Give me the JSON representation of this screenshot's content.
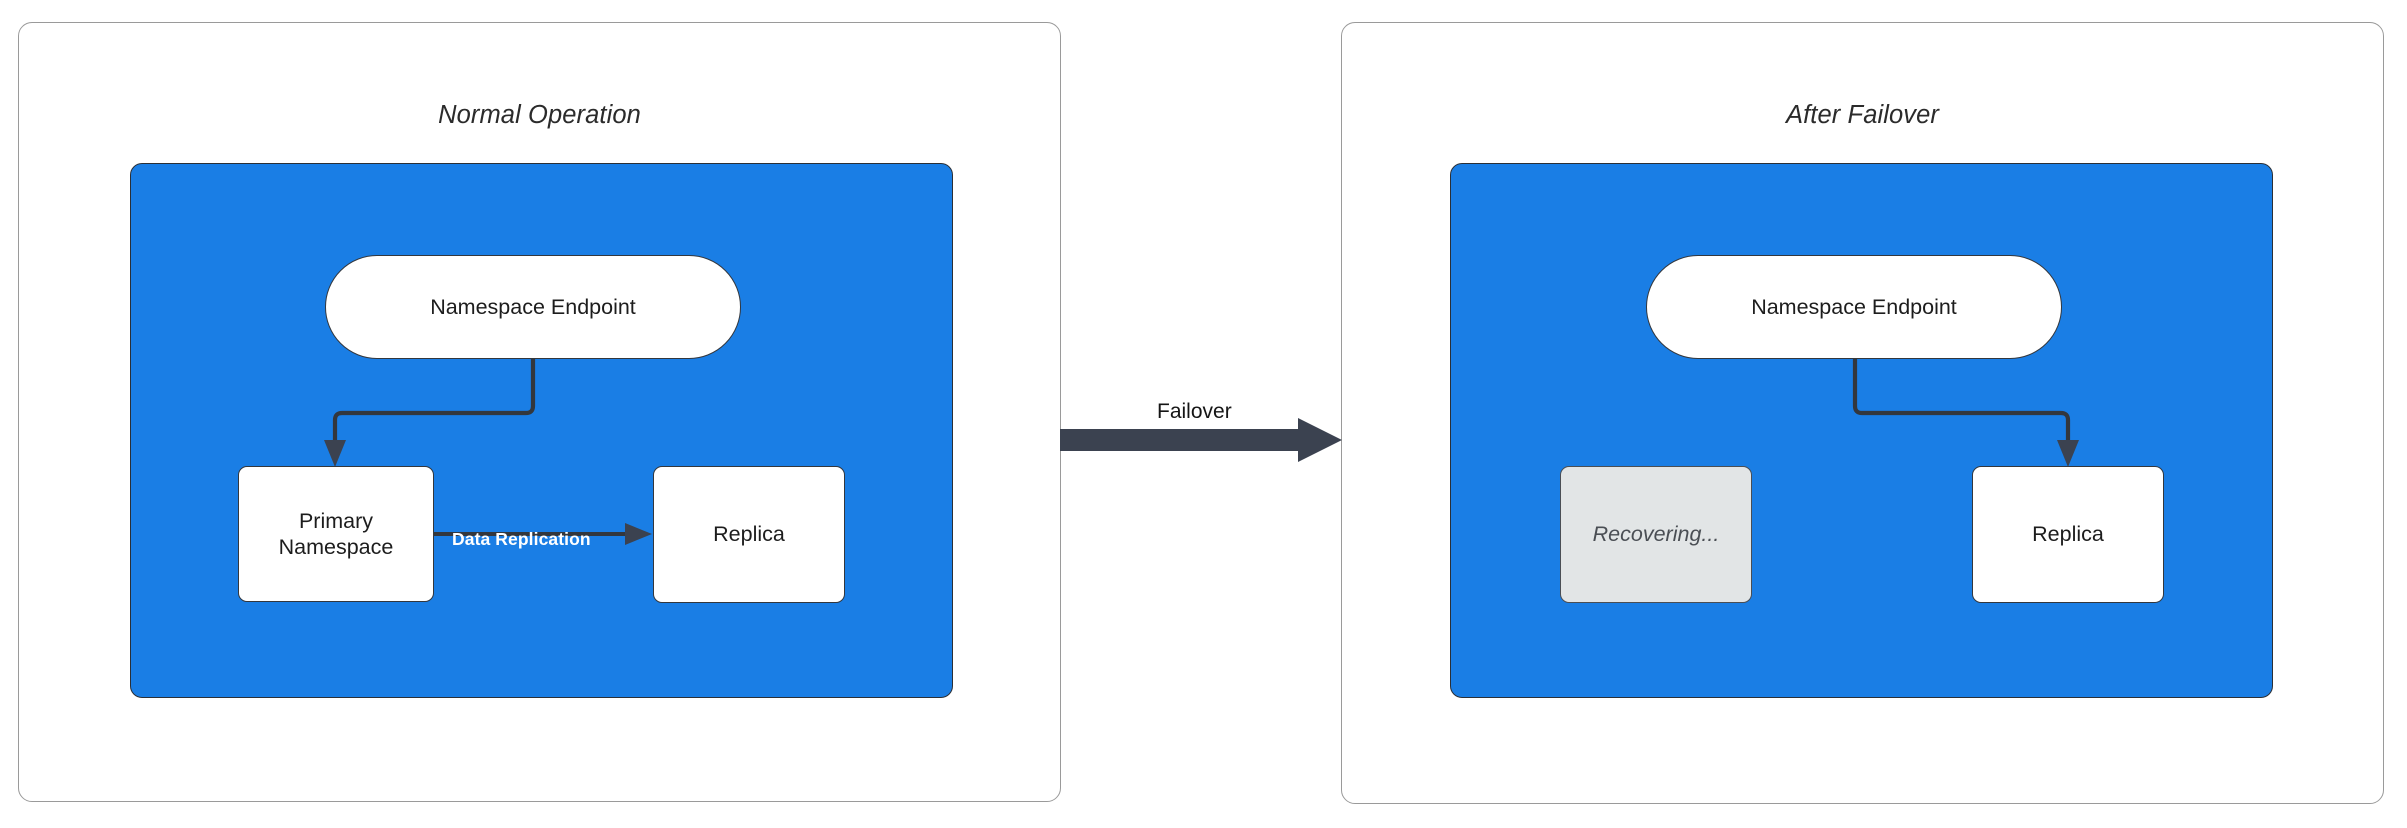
{
  "diagram": {
    "title_left": "Normal Operation",
    "title_right": "After Failover",
    "accent_blue": "#1a7ee5",
    "stroke_dark": "#33373d",
    "ghost_fill": "#e2e5e6",
    "panel_border": "#9a9a9a"
  },
  "panels": [
    {
      "id": "normal-operation",
      "title": "Normal Operation",
      "nodes": [
        {
          "id": "namespace-endpoint",
          "label": "Namespace Endpoint",
          "shape": "pill",
          "state": "active"
        },
        {
          "id": "primary-namespace",
          "label": "Primary\nNamespace",
          "line1": "Primary",
          "line2": "Namespace",
          "shape": "rect",
          "state": "active"
        },
        {
          "id": "replica",
          "label": "Replica",
          "shape": "rect",
          "state": "active"
        }
      ],
      "edges": [
        {
          "from": "namespace-endpoint",
          "to": "primary-namespace",
          "label": ""
        },
        {
          "from": "primary-namespace",
          "to": "replica",
          "label": "Data Replication"
        }
      ]
    },
    {
      "id": "after-failover",
      "title": "After Failover",
      "nodes": [
        {
          "id": "namespace-endpoint",
          "label": "Namespace Endpoint",
          "shape": "pill",
          "state": "active"
        },
        {
          "id": "recovering",
          "label": "Recovering...",
          "shape": "rect",
          "state": "disabled"
        },
        {
          "id": "replica",
          "label": "Replica",
          "shape": "rect",
          "state": "active"
        }
      ],
      "edges": [
        {
          "from": "namespace-endpoint",
          "to": "replica",
          "label": ""
        }
      ]
    }
  ],
  "transition": {
    "label": "Failover",
    "direction": "left-to-right"
  }
}
